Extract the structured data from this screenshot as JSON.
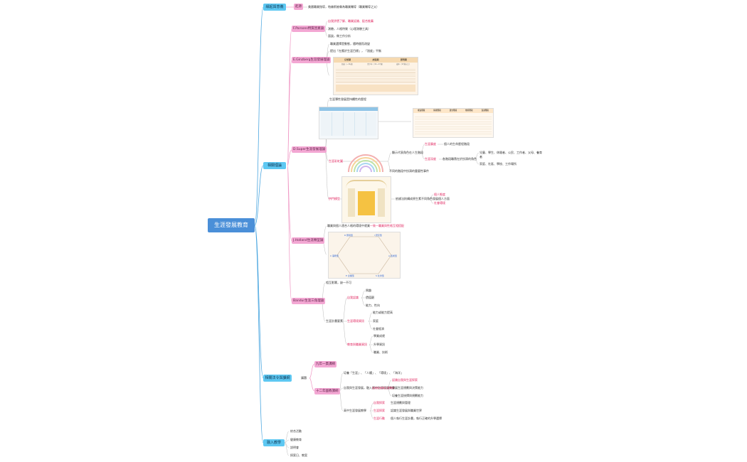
{
  "root": "生涯發展教育",
  "branches": {
    "origin": "緣起與意義",
    "theory": "相關理論",
    "curriculum": "相關法令與課綱",
    "integration": "融入教學"
  },
  "origin": {
    "tag": "起源",
    "text": "美國職業指導，帕森斯被尊為職業輔導（職業輔導之父）"
  },
  "parsons": {
    "title": "F.Parsons特質因素論",
    "items": [
      "自我評價了解、職業認識、配合推薦",
      "測驗，人格特質（心理測驗工具）",
      "面談，做工作分析"
    ]
  },
  "ginzberg": {
    "title": "E.Ginzberg生涯發展理論",
    "items": [
      "職業選擇是動態，隨時間而改變",
      "提出「在應於生涯目標」，「過度」平衡"
    ],
    "table_head": [
      "幻想期",
      "試驗期",
      "實現期"
    ],
    "table_sub": [
      "兒童（~11歲）",
      "青少年（11~17歲）",
      "成年（17歲以上）"
    ]
  },
  "super": {
    "title": "D.Super生涯發展理論",
    "intro": "生涯彈性發展是持續性的歷程",
    "rainbow_label": "生涯彩虹圖",
    "arch_label": "拱門模型",
    "rainbow_main": "顯示代表角色在人生階段",
    "rainbow_a": "生涯廣度",
    "rainbow_a_desc": "個人的生命歷程階段",
    "rainbow_b": "生涯深度",
    "rainbow_b_desc": "各階段職責在於扮演的角色",
    "rainbow_b_roles": "兒童、學生、休閒者、公民、工作者、父母、養育者",
    "rainbow_b_places": "家庭、社區、學校、工作場所",
    "rainbow_c": "不同的階段中扮演的重要性事件",
    "arch_main": "依據法則構成原生素不同角色發展個人方面",
    "arch_a": "個人態度",
    "arch_b": "社會環境",
    "table_head": [
      "成長階段",
      "探索階段",
      "建立階段",
      "維持階段",
      "衰退階段"
    ]
  },
  "holland": {
    "title": "J.Holland生涯類型論",
    "intro": "職業與個人適合人格的環境中就業",
    "intro_red": "一致一職業與性格互相搭配",
    "hex_labels": [
      "R 實用型",
      "I 研究型",
      "A 藝術型",
      "S 社會型",
      "E 企業型",
      "C 事務型"
    ]
  },
  "krumboltz": {
    "title": "Bandur生涯三角理論",
    "line1": "相互影響，缺一不可",
    "line2": "生涯計畫要素",
    "self_label": "自我認識",
    "self_items": [
      "興趣",
      "價值觀",
      "能力、性向"
    ],
    "env_label": "生涯環境資訊",
    "env_items": [
      "能力或能力提高",
      "家庭",
      "社會經濟"
    ],
    "edu_label": "教育與職業資訊",
    "edu_items": [
      "學業成就",
      "升學資訊",
      "職業、技術"
    ]
  },
  "law": {
    "label": "議題",
    "k9": "九年一貫課綱",
    "k12": "十二年國教課綱",
    "k12_a": "培養「生涯」、「人權」、「環境」、「海洋」",
    "k12_b": "自我與生涯發展，融入國中生涯發展教育",
    "k12_b_red": "自我探索與生涯規劃",
    "k12_b_items": [
      "認識自我與生涯探索",
      "發展生涯規劃與決策能力",
      "培養生涯抉擇與規劃能力"
    ],
    "k12_c": "高中生涯發展教學",
    "k12_c_items": [
      {
        "key": "自我探索",
        "text": "生涯規劃與管理"
      },
      {
        "key": "生涯探索",
        "text": "認識生涯發展與職業世界"
      },
      {
        "key": "生涯行動",
        "text": "個人執行生涯計畫，執行正確的升學選擇"
      }
    ]
  },
  "integration": {
    "items": [
      "綜合活動",
      "健康教育",
      "說明會",
      "探索日、教案"
    ]
  }
}
